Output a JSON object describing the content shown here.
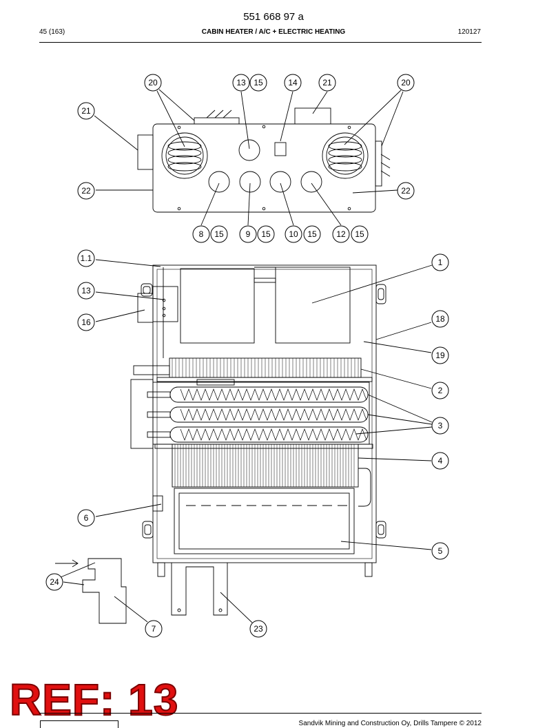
{
  "header": {
    "doc_number": "551 668 97 a",
    "page": "45 (163)",
    "title": "CABIN HEATER / A/C + ELECTRIC HEATING",
    "date_code": "120127"
  },
  "callouts": [
    "20",
    "13",
    "15",
    "14",
    "21",
    "20",
    "21",
    "22",
    "22",
    "8",
    "15",
    "9",
    "15",
    "10",
    "15",
    "12",
    "15",
    "1.1",
    "1",
    "13",
    "16",
    "18",
    "19",
    "2",
    "3",
    "4",
    "6",
    "5",
    "24",
    "7",
    "23"
  ],
  "stamp": "REF: 13",
  "footer": {
    "copyright": "Sandvik Mining and Construction Oy, Drills Tampere © 2012"
  },
  "colors": {
    "stamp": "#e01010",
    "stamp_outline": "#7a0000",
    "line": "#000000"
  }
}
